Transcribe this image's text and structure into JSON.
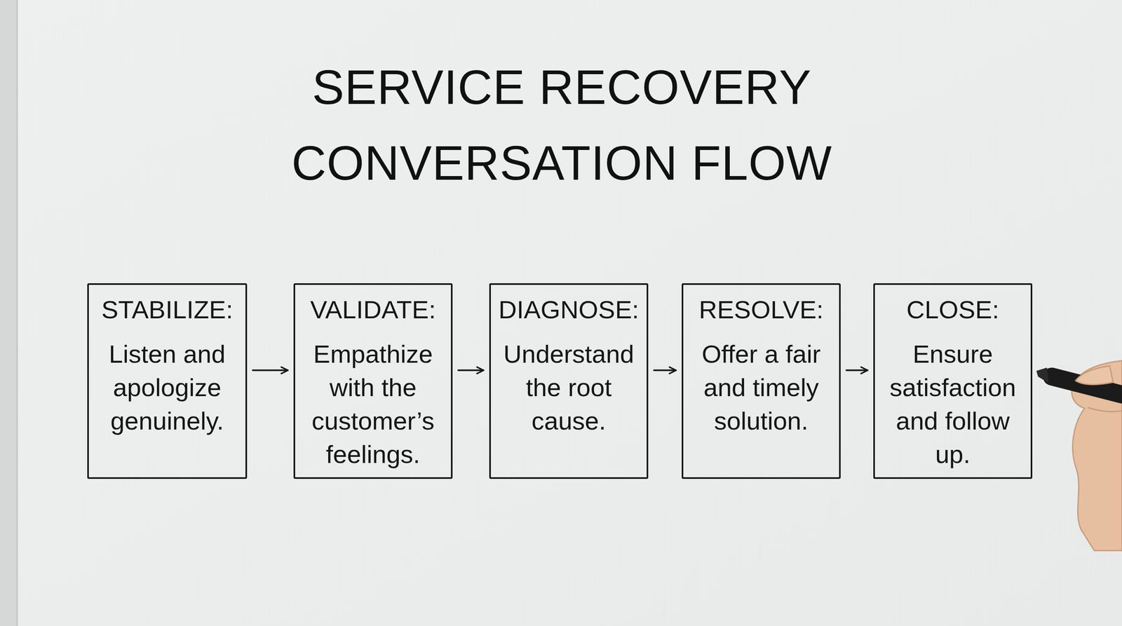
{
  "diagram": {
    "title": "SERVICE RECOVERY CONVERSATION FLOW",
    "nodes": [
      {
        "text": [
          "STABILIZE:",
          "Listen and apologize genuinely."
        ]
      },
      {
        "text": [
          "VALIDATE:",
          "Empathize with the customer’s feelings."
        ]
      },
      {
        "text": [
          "DIAGNOSE:",
          "Understand the root cause."
        ]
      },
      {
        "text": [
          "RESOLVE:",
          "Offer a fair and timely solution."
        ]
      },
      {
        "text": [
          "CLOSE:",
          "Ensure satisfaction and follow up."
        ]
      }
    ],
    "edges": [
      {
        "from": 0,
        "to": 1,
        "arrow": "to"
      },
      {
        "from": 1,
        "to": 2,
        "arrow": "to"
      },
      {
        "from": 2,
        "to": 3,
        "arrow": "to"
      },
      {
        "from": 3,
        "to": 4,
        "arrow": "to"
      }
    ]
  }
}
